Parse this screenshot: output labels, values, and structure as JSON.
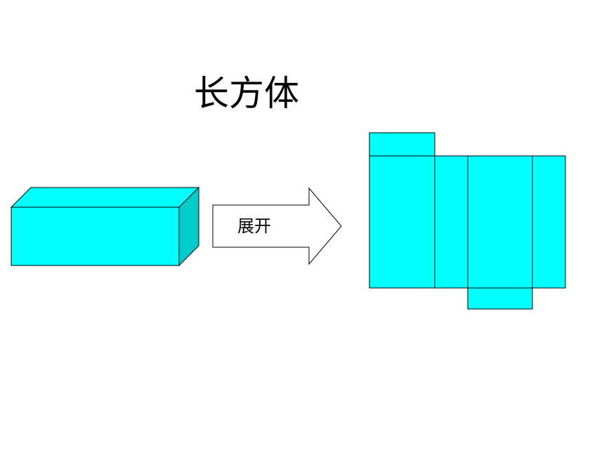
{
  "title": "长方体",
  "arrow_label": "展开",
  "colors": {
    "face_fill": "#00FFFF",
    "side_face_fill": "#00CCCC",
    "stroke": "#000000",
    "arrow_fill": "#FFFFFF",
    "background": "#FFFFFF"
  },
  "shapes": {
    "solid": "cuboid",
    "arrow": "block-arrow-right",
    "net": "cuboid-net"
  }
}
